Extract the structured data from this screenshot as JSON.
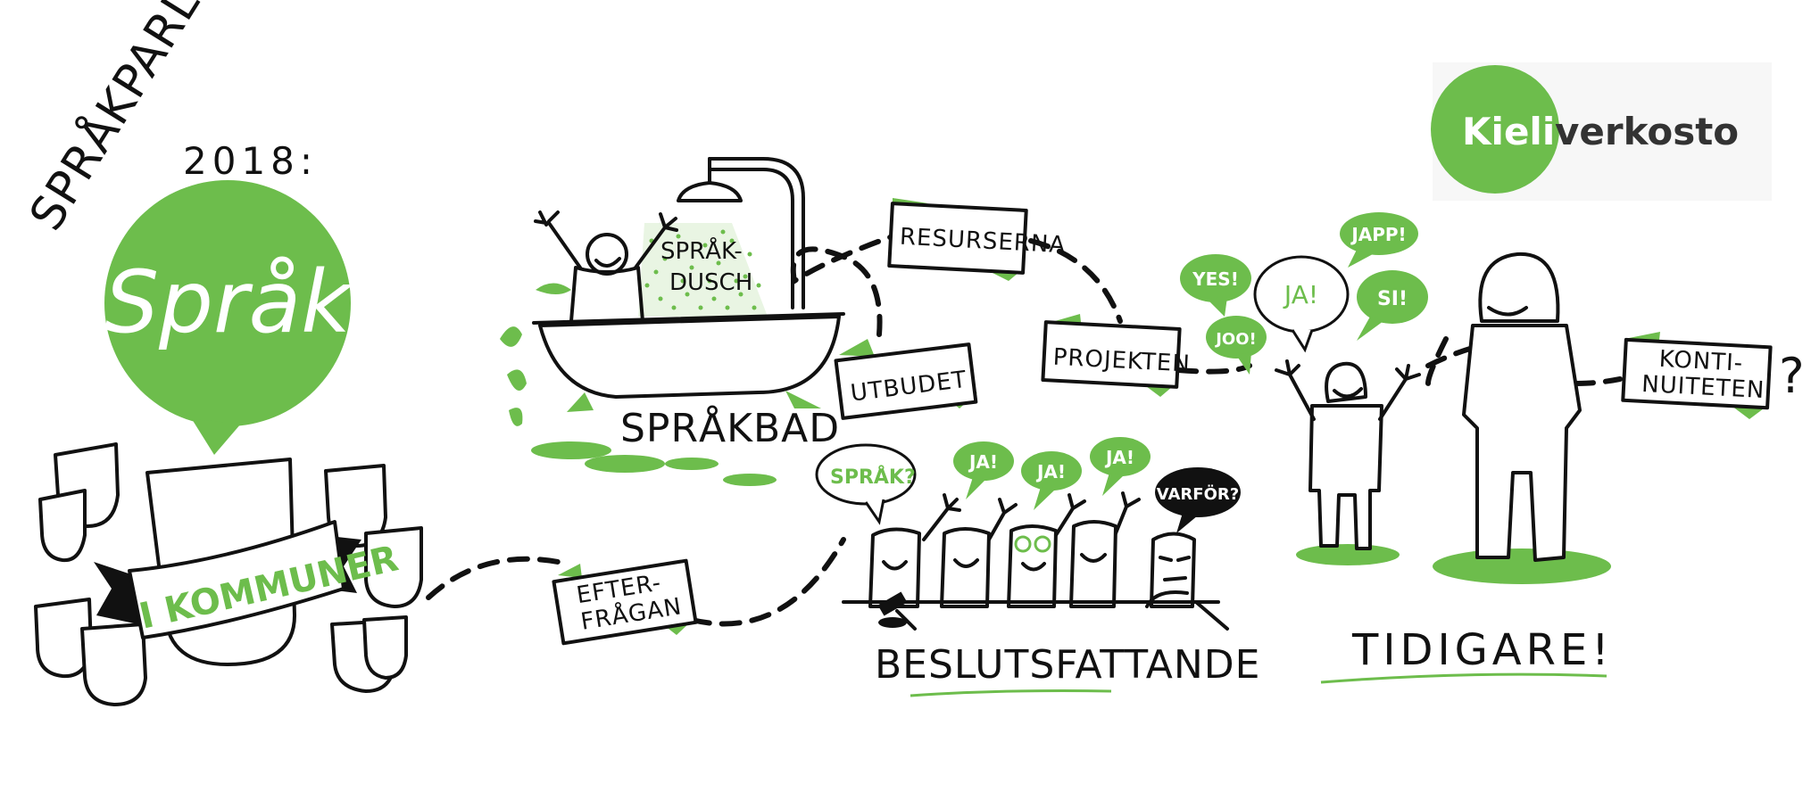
{
  "colors": {
    "accent": "#6dbd4c",
    "ink": "#111111",
    "background": "#ffffff"
  },
  "title": {
    "line1": "SPRÅKPARLAMENTET",
    "line2": "2018:"
  },
  "bubble_main": "Språk",
  "banner": "I KOMMUNER",
  "logo": {
    "part1": "Kieli",
    "part2": "verkosto"
  },
  "bath": {
    "shower_text1": "SPRÅK-",
    "shower_text2": "DUSCH",
    "caption": "SPRÅKBAD"
  },
  "labels": {
    "resurserna": "RESURSERNA",
    "utbudet": "UTBUDET",
    "projekten": "PROJEKTEN",
    "efterfragan_1": "EFTER-",
    "efterfragan_2": "FRÅGAN",
    "kontinuiteten_1": "KONTI-",
    "kontinuiteten_2": "NUITETEN",
    "question_mark": "?"
  },
  "meeting": {
    "caption": "BESLUTSFATTANDE",
    "bubble_sprak": "SPRÅK?",
    "bubble_ja1": "JA!",
    "bubble_ja2": "JA!",
    "bubble_ja3": "JA!",
    "bubble_varfor": "VARFÖR?"
  },
  "children": {
    "caption": "TIDIGARE!",
    "yes": "YES!",
    "joo": "JOO!",
    "ja": "JA!",
    "japp": "JAPP!",
    "si": "SI!"
  }
}
